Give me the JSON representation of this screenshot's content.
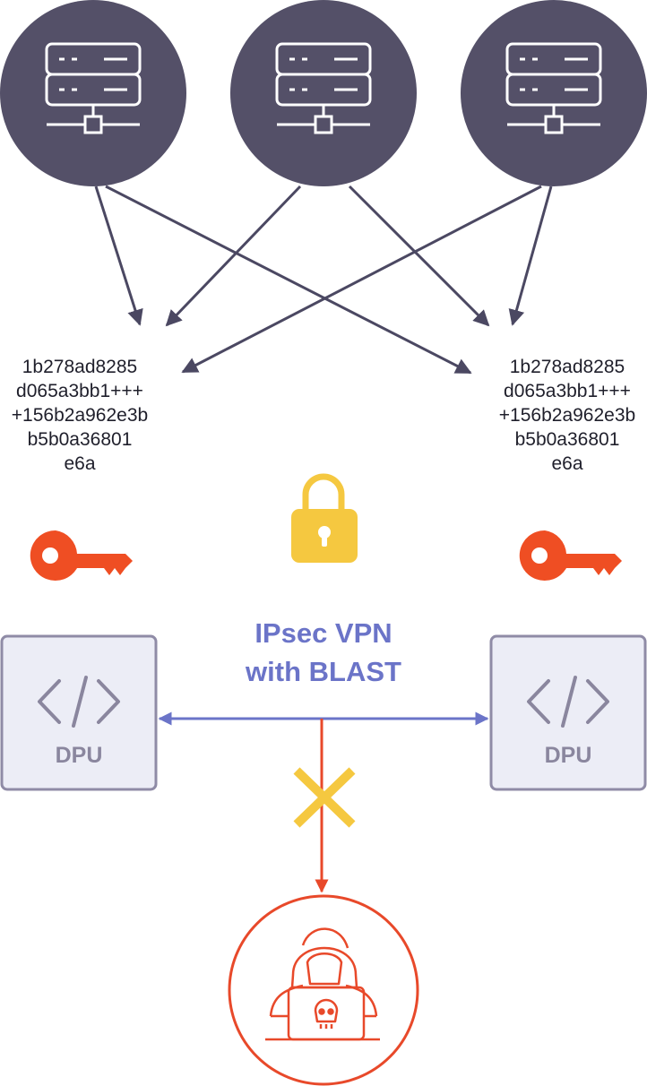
{
  "colors": {
    "server_fill": "#545068",
    "server_arrow": "#4b4862",
    "key": "#ef4e23",
    "lock": "#f5c840",
    "vpn": "#6b74c8",
    "dpu_fill": "#ecedf6",
    "dpu_stroke": "#8f8ba6",
    "dpu_text": "#8a869e",
    "attack": "#e8492a",
    "cross": "#f5c840"
  },
  "servers": [
    {
      "icon": "server-rack-icon"
    },
    {
      "icon": "server-rack-icon"
    },
    {
      "icon": "server-rack-icon"
    }
  ],
  "left_key_block": {
    "lines": [
      "1b278ad8285",
      "d065a3bb1+++",
      "+156b2a962e3b",
      "b5b0a36801",
      "e6a"
    ]
  },
  "right_key_block": {
    "lines": [
      "1b278ad8285",
      "d065a3bb1+++",
      "+156b2a962e3b",
      "b5b0a36801",
      "e6a"
    ]
  },
  "icons": {
    "left_key": "key-icon",
    "right_key": "key-icon",
    "lock": "padlock-icon",
    "code": "code-icon",
    "blocked": "cross-icon",
    "attacker": "hacker-icon"
  },
  "vpn": {
    "line1": "IPsec VPN",
    "line2": "with BLAST"
  },
  "left_dpu": {
    "label": "DPU"
  },
  "right_dpu": {
    "label": "DPU"
  }
}
